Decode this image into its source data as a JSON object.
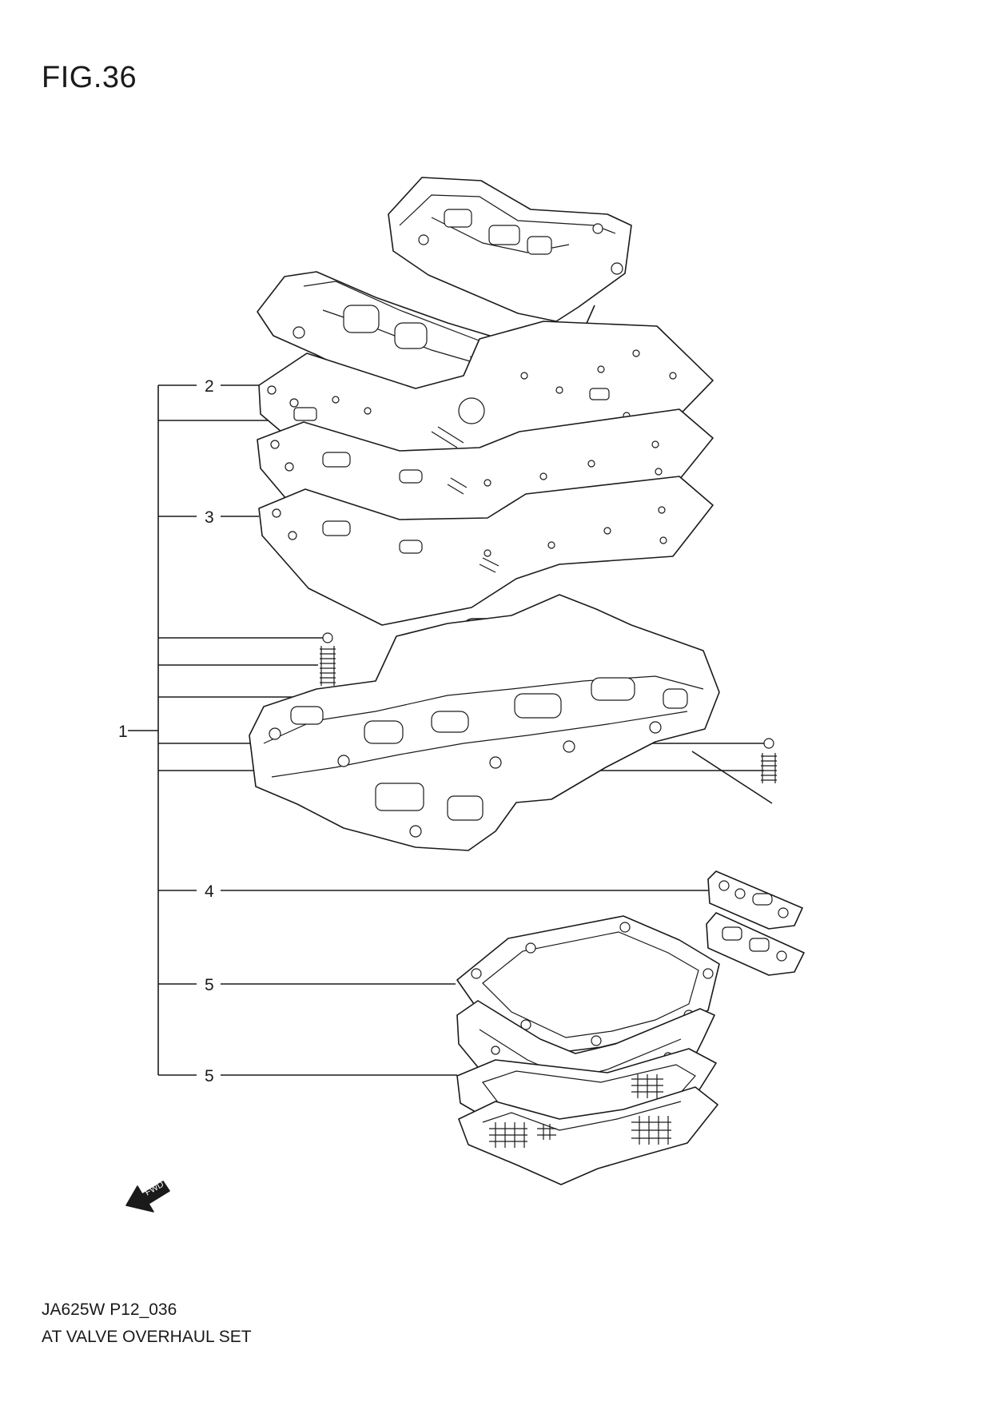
{
  "header": {
    "figure_label": "FIG.36"
  },
  "footer": {
    "model_code": "JA625W P12_036",
    "part_name": "AT VALVE OVERHAUL SET"
  },
  "callouts": [
    "1",
    "2",
    "3",
    "4",
    "5",
    "5"
  ],
  "direction_marker": {
    "label": "FWD",
    "icon": "fwd-arrow-icon"
  }
}
